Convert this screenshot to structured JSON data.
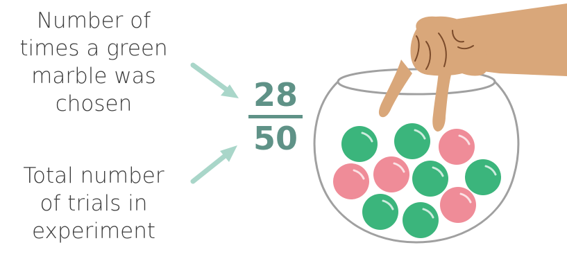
{
  "labels": {
    "numerator_lines": [
      "Number of",
      "times a green",
      "marble was",
      "chosen"
    ],
    "denominator_lines": [
      "Total number",
      "of trials in",
      "experiment"
    ]
  },
  "fraction": {
    "numerator": "28",
    "denominator": "50"
  },
  "colors": {
    "text": "#3a3a3a",
    "fraction": "#5f9287",
    "arrow": "#a9d6c9",
    "green_marble": "#3bb57c",
    "pink_marble": "#ef8c98",
    "bowl_outline": "#a0a0a0",
    "skin": "#d9a77a",
    "skin_lines": "#7a4a2a"
  },
  "marbles": [
    {
      "color": "green"
    },
    {
      "color": "green"
    },
    {
      "color": "pink"
    },
    {
      "color": "pink"
    },
    {
      "color": "pink"
    },
    {
      "color": "green"
    },
    {
      "color": "green"
    },
    {
      "color": "green"
    },
    {
      "color": "green"
    },
    {
      "color": "green"
    },
    {
      "color": "pink"
    }
  ]
}
